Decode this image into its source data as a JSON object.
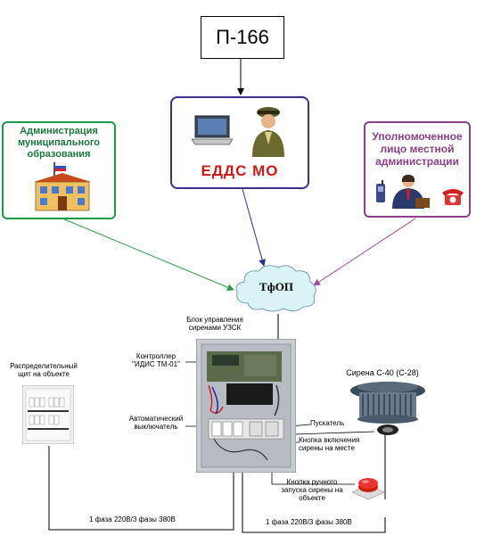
{
  "nodes": {
    "p166": "П-166",
    "edds": "ЕДДС МО",
    "admin_mo": "Администрация муниципального образования",
    "authorized": "Уполномоченное лицо местной администрации",
    "tfop": "ТфОП"
  },
  "labels": {
    "control_block": "Блок управления сиренами УЗСК",
    "controller": "Контроллер \"ИДИС ТМ-01\"",
    "auto_switch": "Автоматический выключатель",
    "distribution": "Распределительный щит на объекте",
    "siren": "Сирена С-40 (С-28)",
    "starter": "Пускатель",
    "button_local": "Кнопка включения сирены на месте",
    "button_manual": "Кнопка ручного запуска сирены на объекте",
    "power_left": "1 фаза 220В/3 фазы  380В",
    "power_right": "1 фаза 220В/3 фазы  380В"
  },
  "colors": {
    "edds_border": "#3a2f8f",
    "edds_text": "#cc1b1b",
    "admin_border": "#1a9a4a",
    "admin_text": "#1a7a3a",
    "authorized_border": "#8e3f8a",
    "authorized_text": "#8e3f8a",
    "green_line": "#2a9a4a",
    "blue_line": "#2a2f9a",
    "purple_line": "#a04aa0",
    "cloud_fill": "#d9f3f7"
  }
}
